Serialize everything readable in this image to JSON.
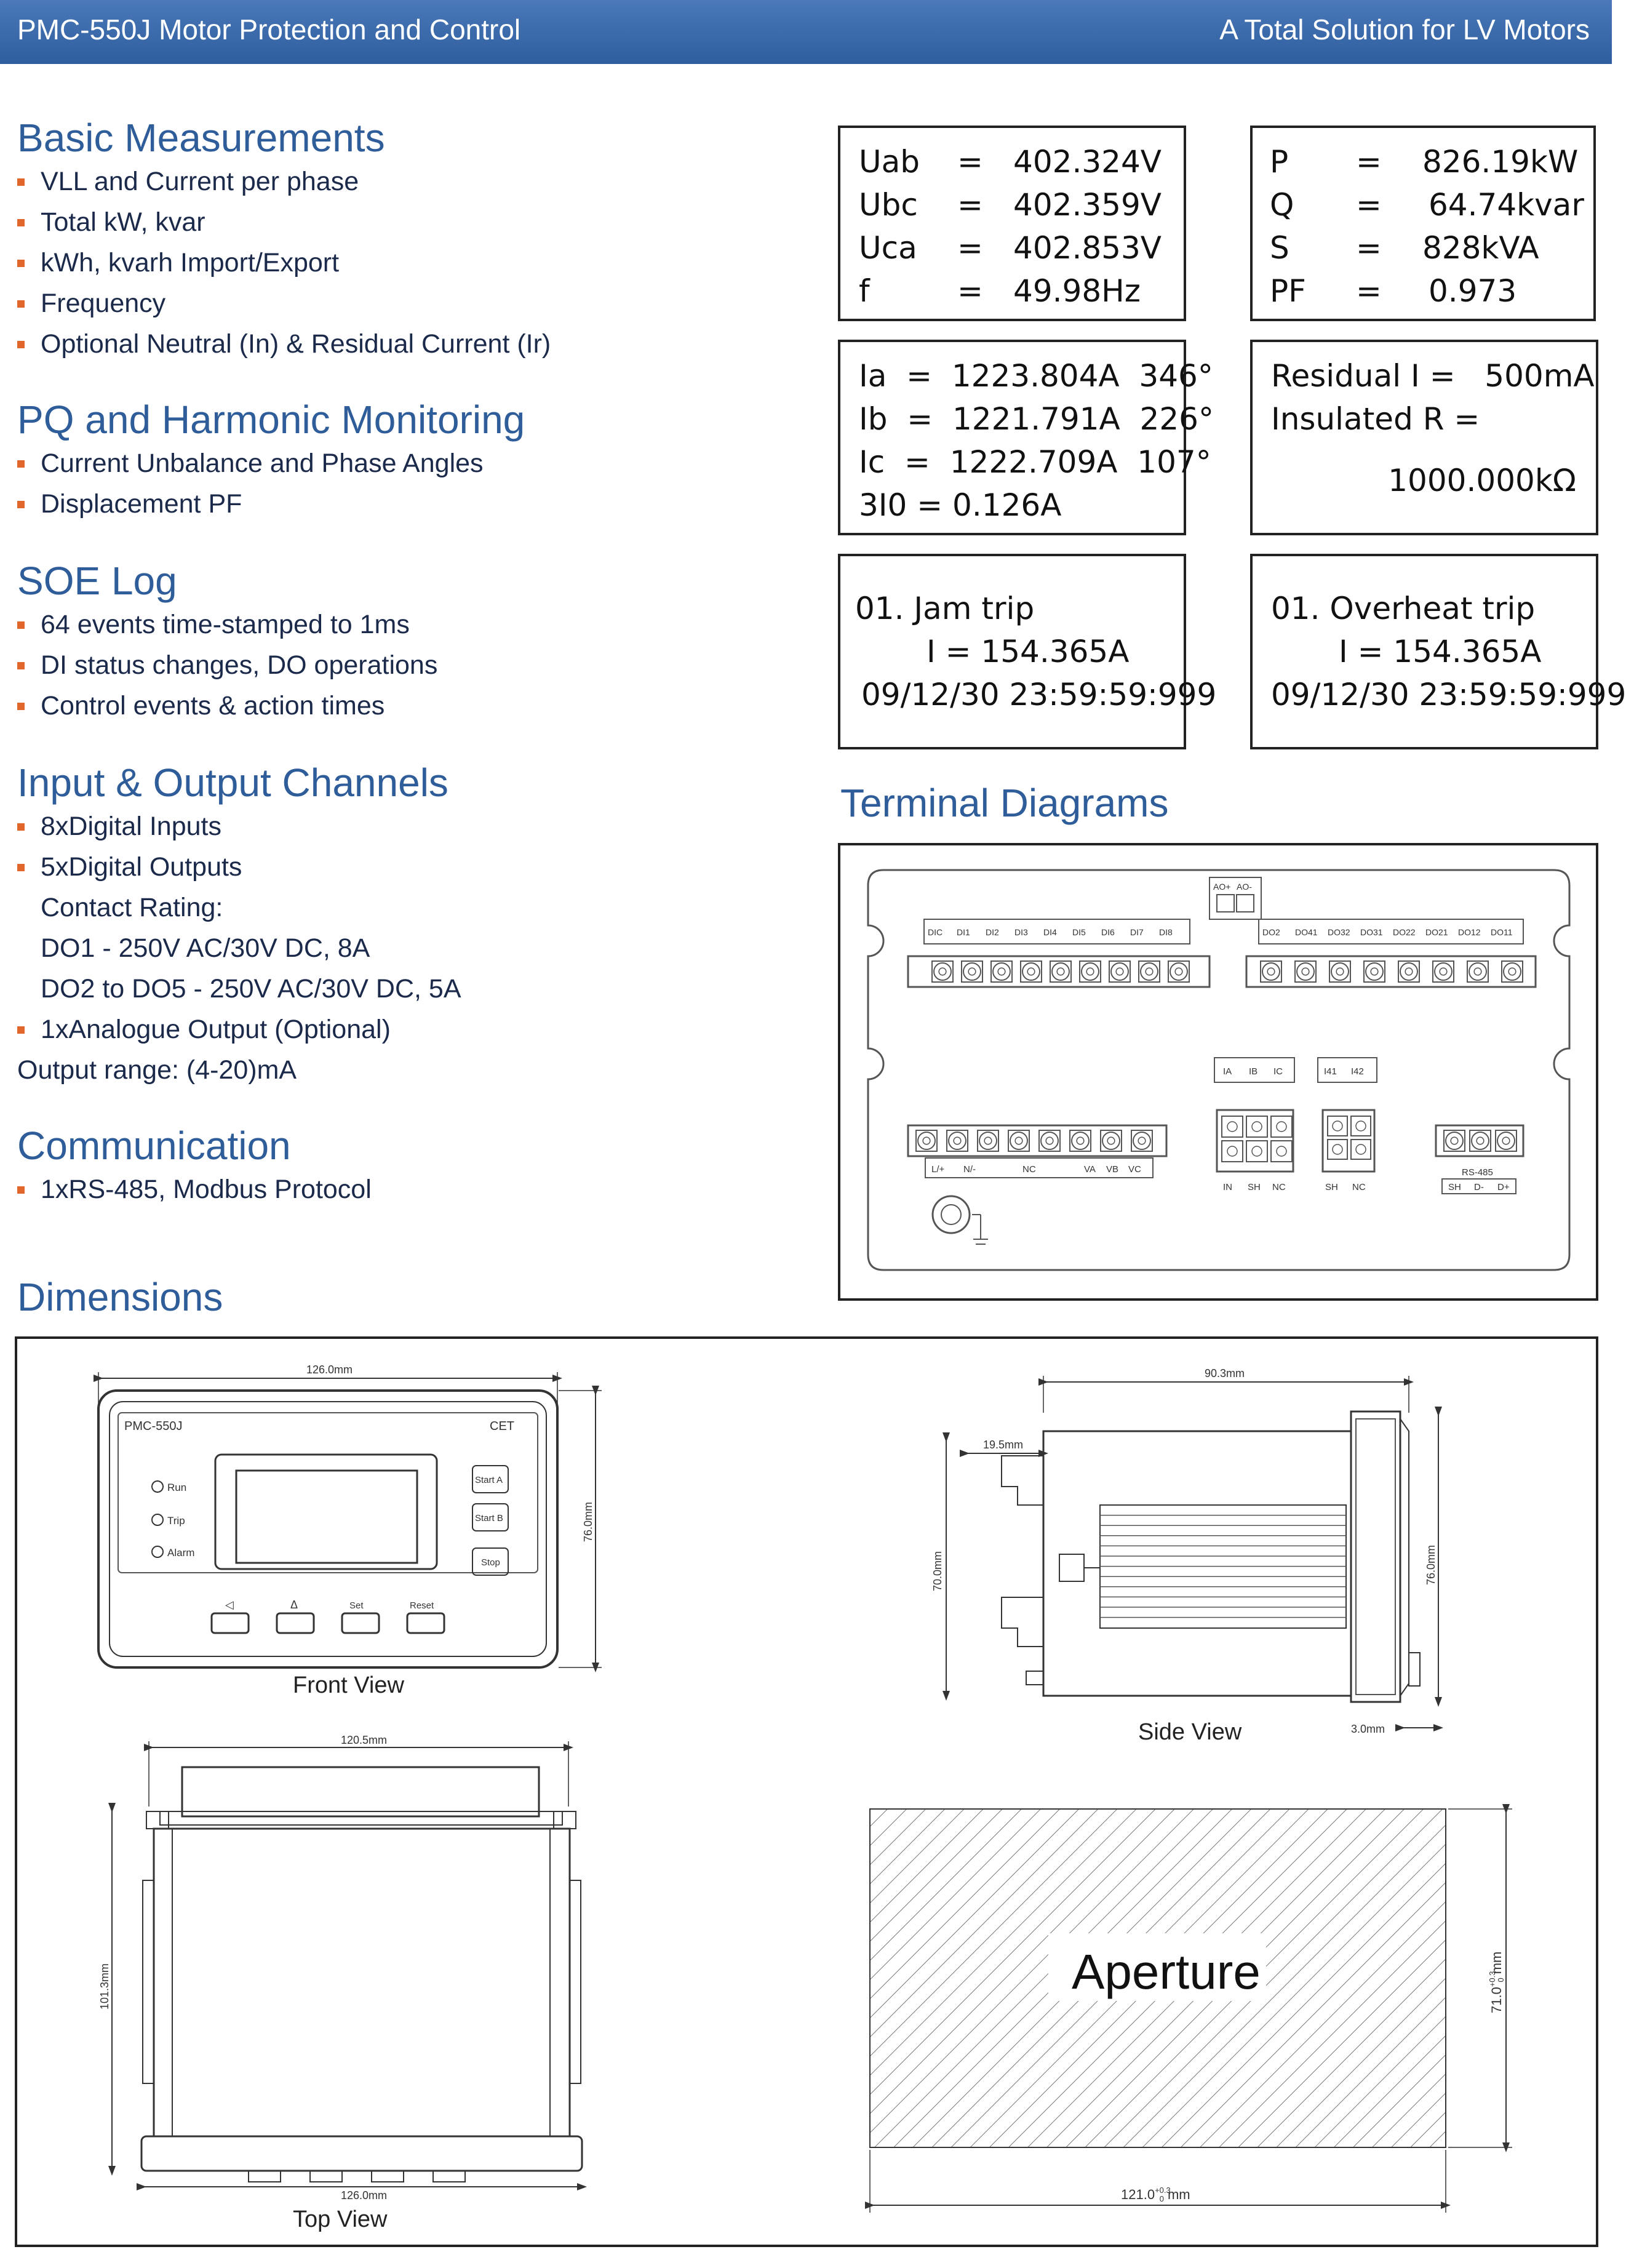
{
  "header": {
    "left_title": "PMC-550J Motor Protection and Control",
    "right_title": "A Total Solution for LV Motors"
  },
  "sections": {
    "basic": {
      "title": "Basic Measurements",
      "items": [
        "VLL and Current per phase",
        "Total kW, kvar",
        "kWh, kvarh Import/Export",
        "Frequency",
        "Optional Neutral (In) & Residual Current (Ir)"
      ]
    },
    "pq": {
      "title": "PQ and Harmonic Monitoring",
      "items": [
        "Current Unbalance and Phase Angles",
        "Displacement PF"
      ]
    },
    "soe": {
      "title": "SOE Log",
      "items": [
        "64 events time-stamped to 1ms",
        "DI status changes, DO operations",
        "Control events & action times"
      ]
    },
    "io": {
      "title": "Input & Output Channels",
      "items": [
        "8xDigital Inputs",
        "5xDigital Outputs",
        "Contact Rating:",
        "DO1 - 250V AC/30V DC, 8A",
        "DO2 to DO5 - 250V AC/30V DC, 5A",
        "1xAnalogue Output (Optional)",
        "Output range: (4-20)mA"
      ]
    },
    "comm": {
      "title": "Communication",
      "items": [
        "1xRS-485, Modbus Protocol"
      ]
    },
    "terminal": {
      "title": "Terminal Diagrams"
    },
    "dimensions": {
      "title": "Dimensions"
    }
  },
  "displays": {
    "voltage": {
      "rows": [
        {
          "label": "Uab",
          "eq": "=",
          "value": "402.324V"
        },
        {
          "label": "Ubc",
          "eq": "=",
          "value": "402.359V"
        },
        {
          "label": "Uca",
          "eq": "=",
          "value": "402.853V"
        },
        {
          "label": "f",
          "eq": "=",
          "value": "49.98Hz"
        }
      ]
    },
    "power": {
      "rows": [
        {
          "label": "P",
          "eq": "=",
          "value": "826.19kW"
        },
        {
          "label": "Q",
          "eq": "=",
          "value": "64.74kvar"
        },
        {
          "label": "S",
          "eq": "=",
          "value": "828kVA"
        },
        {
          "label": "PF",
          "eq": "=",
          "value": "0.973"
        }
      ]
    },
    "current": {
      "lines": [
        "Ia  =  1223.804A  346°",
        "Ib  =  1221.791A  226°",
        "Ic  =  1222.709A  107°",
        "3I0 = 0.126A"
      ]
    },
    "residual": {
      "line1": "Residual I =   500mA",
      "line2": "Insulated R =",
      "line3": "1000.000kΩ"
    },
    "jam": {
      "line1": "01. Jam trip",
      "line2": "I = 154.365A",
      "line3": "09/12/30 23:59:59:999"
    },
    "overheat": {
      "line1": "01. Overheat trip",
      "line2": "I = 154.365A",
      "line3": "09/12/30 23:59:59:999"
    }
  },
  "terminal_diagram": {
    "ao_labels": [
      "AO+",
      "AO-"
    ],
    "di_labels": [
      "DIC",
      "DI1",
      "DI2",
      "DI3",
      "DI4",
      "DI5",
      "DI6",
      "DI7",
      "DI8"
    ],
    "do_labels": [
      "DO2",
      "DO41",
      "DO32",
      "DO31",
      "DO22",
      "DO21",
      "DO12",
      "DO11"
    ],
    "power_labels": [
      "L/+",
      "N/-",
      "NC",
      "VA",
      "VB",
      "VC"
    ],
    "current_labels": [
      "IA",
      "IB",
      "IC"
    ],
    "current_bottom_labels": [
      "IN",
      "SH",
      "NC"
    ],
    "residual_labels": [
      "I41",
      "I42"
    ],
    "residual_bottom_labels": [
      "SH",
      "NC"
    ],
    "rs485_label": "RS-485",
    "rs485_bottom_labels": [
      "SH",
      "D-",
      "D+"
    ]
  },
  "dimension_drawings": {
    "front": {
      "caption": "Front View",
      "width_dim": "126.0mm",
      "height_dim": "76.0mm",
      "model": "PMC-550J",
      "brand": "CET",
      "leds": [
        "Run",
        "Trip",
        "Alarm"
      ],
      "side_buttons": [
        "Start A",
        "Start B",
        "Stop"
      ],
      "bottom_buttons": [
        "◁",
        "Δ",
        "Set",
        "Reset"
      ]
    },
    "side": {
      "caption": "Side View",
      "depth_dim": "90.3mm",
      "offset_dim": "19.5mm",
      "height_dim": "70.0mm",
      "full_height_dim": "76.0mm",
      "bezel_dim": "3.0mm"
    },
    "top": {
      "caption": "Top View",
      "top_dim": "120.5mm",
      "bottom_dim": "126.0mm",
      "height_dim": "101.3mm"
    },
    "aperture": {
      "label": "Aperture",
      "width_dim": "121.0",
      "width_tol_plus": "+0.3",
      "width_tol_minus": "0",
      "width_unit": "mm",
      "height_dim": "71.0",
      "height_tol_plus": "+0.3",
      "height_tol_minus": "0",
      "height_unit": "mm"
    }
  },
  "colors": {
    "header_bg": "#3a6aab",
    "title_blue": "#2e5d9a",
    "bullet_orange": "#e0662c",
    "text_dark": "#1b2a4a"
  }
}
